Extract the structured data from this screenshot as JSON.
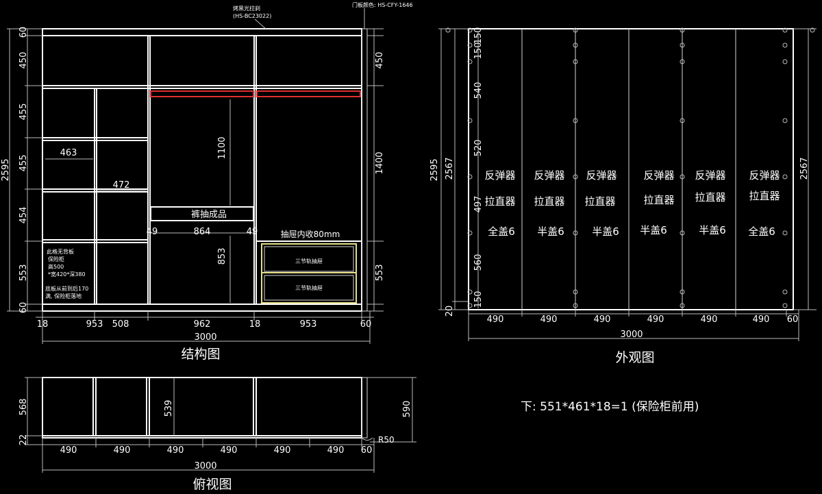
{
  "colors": {
    "background": "#000000",
    "line": "#ffffff",
    "rod": "#e03030",
    "drawer": "#e6e08a"
  },
  "structure_view": {
    "title": "结构图",
    "note_top": "烤黑光拉刹",
    "note_top_code": "(HS-BC23022)",
    "door_color": "门板颜色: HS-CFY-1646",
    "left_dims": [
      "60",
      "450",
      "455",
      "455",
      "454",
      "553",
      "60"
    ],
    "total_height": "2595",
    "right_dims": [
      "450",
      "1400",
      "553"
    ],
    "bottom_dims": [
      "18",
      "953",
      "508",
      "962",
      "18",
      "953",
      "60"
    ],
    "total_width": "3000",
    "inner_dims": {
      "shelf_w": "463",
      "shelf_w2": "472",
      "rod_h": "1100",
      "drawer_side": "49",
      "drawer_w": "864",
      "drawer_side2": "49",
      "drawer_h": "853"
    },
    "pants_drawer": "裤抽成品",
    "drawer_note": "抽屉内收80mm",
    "drawer_label_1": "三节轨抽屉",
    "drawer_label_2": "三节轨抽屉",
    "safe_notes": [
      "此格无背板",
      "保险柜",
      "高500",
      "*宽420*深380",
      "底板从前到后170",
      "满, 保险柜落地"
    ]
  },
  "exterior_view": {
    "title": "外观图",
    "total_height": "2595",
    "door_height": "2567",
    "bottom_gap": "20",
    "hinge_dims": [
      "150",
      "150",
      "540",
      "520",
      "497",
      "560",
      "150"
    ],
    "door_labels": [
      {
        "line1": "反弹器",
        "line2": "拉直器",
        "line3": "全盖6"
      },
      {
        "line1": "反弹器",
        "line2": "拉直器",
        "line3": "半盖6"
      },
      {
        "line1": "反弹器",
        "line2": "拉直器",
        "line3": "半盖6"
      },
      {
        "line1": "反弹器",
        "line2": "拉直器",
        "line3": "半盖6"
      },
      {
        "line1": "反弹器",
        "line2": "拉直器",
        "line3": "半盖6"
      },
      {
        "line1": "反弹器",
        "line2": "拉直器",
        "line3": "全盖6"
      }
    ],
    "bottom_dims": [
      "490",
      "490",
      "490",
      "490",
      "490",
      "490",
      "60"
    ],
    "total_width": "3000"
  },
  "top_view": {
    "title": "俯视图",
    "left_dims": [
      "568",
      "22"
    ],
    "depth_inner": "539",
    "right_dim": "590",
    "radius": "R50",
    "bottom_dims": [
      "490",
      "490",
      "490",
      "490",
      "490",
      "490",
      "60"
    ],
    "total_width": "3000"
  },
  "note": "下: 551*461*18=1 (保险柜前用)"
}
